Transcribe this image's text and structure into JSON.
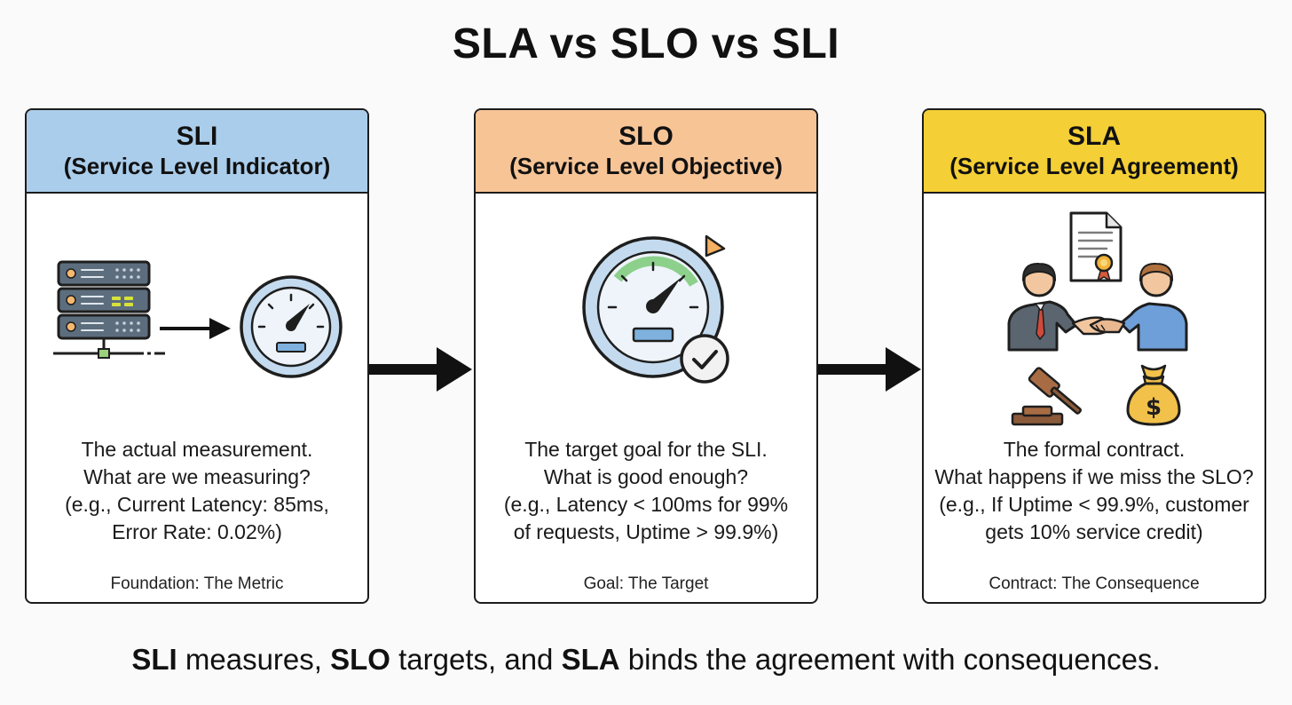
{
  "title": "SLA vs SLO vs SLI",
  "colors": {
    "sli_header": "#aacdeb",
    "slo_header": "#f7c496",
    "sla_header": "#f4cf35"
  },
  "cards": [
    {
      "abbr": "SLI",
      "full": "(Service Level Indicator)",
      "icons": [
        "server-rack-icon",
        "right-arrow-icon",
        "gauge-icon"
      ],
      "lines": [
        "The actual measurement.",
        "What are we measuring?",
        "(e.g., Current Latency: 85ms,",
        "Error Rate: 0.02%)"
      ],
      "footer": "Foundation: The Metric"
    },
    {
      "abbr": "SLO",
      "full": "(Service Level Objective)",
      "icons": [
        "target-gauge-icon",
        "checkmark-icon"
      ],
      "lines": [
        "The target goal for the SLI.",
        "What is good enough?",
        "(e.g., Latency < 100ms for 99%",
        "of requests, Uptime > 99.9%)"
      ],
      "footer": "Goal: The Target"
    },
    {
      "abbr": "SLA",
      "full": "(Service Level Agreement)",
      "icons": [
        "contract-document-icon",
        "handshake-icon",
        "gavel-icon",
        "money-bag-icon"
      ],
      "lines": [
        "The formal contract.",
        "What happens if we miss the SLO?",
        "(e.g., If Uptime < 99.9%, customer",
        "gets 10% service credit)"
      ],
      "footer": "Contract: The Consequence"
    }
  ],
  "caption": {
    "t1": "SLI",
    "t2": " measures, ",
    "t3": "SLO",
    "t4": " targets, and ",
    "t5": "SLA",
    "t6": " binds the agreement with consequences."
  }
}
